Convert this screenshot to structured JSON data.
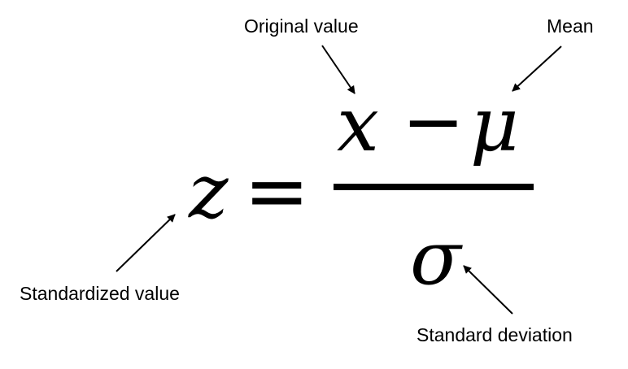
{
  "formula": {
    "lhs": "z",
    "equals": "=",
    "numerator_x": "x",
    "numerator_minus": "−",
    "numerator_mu": "μ",
    "denominator": "σ"
  },
  "annotations": {
    "original_value": "Original value",
    "mean": "Mean",
    "standardized_value": "Standardized value",
    "standard_deviation": "Standard deviation"
  }
}
